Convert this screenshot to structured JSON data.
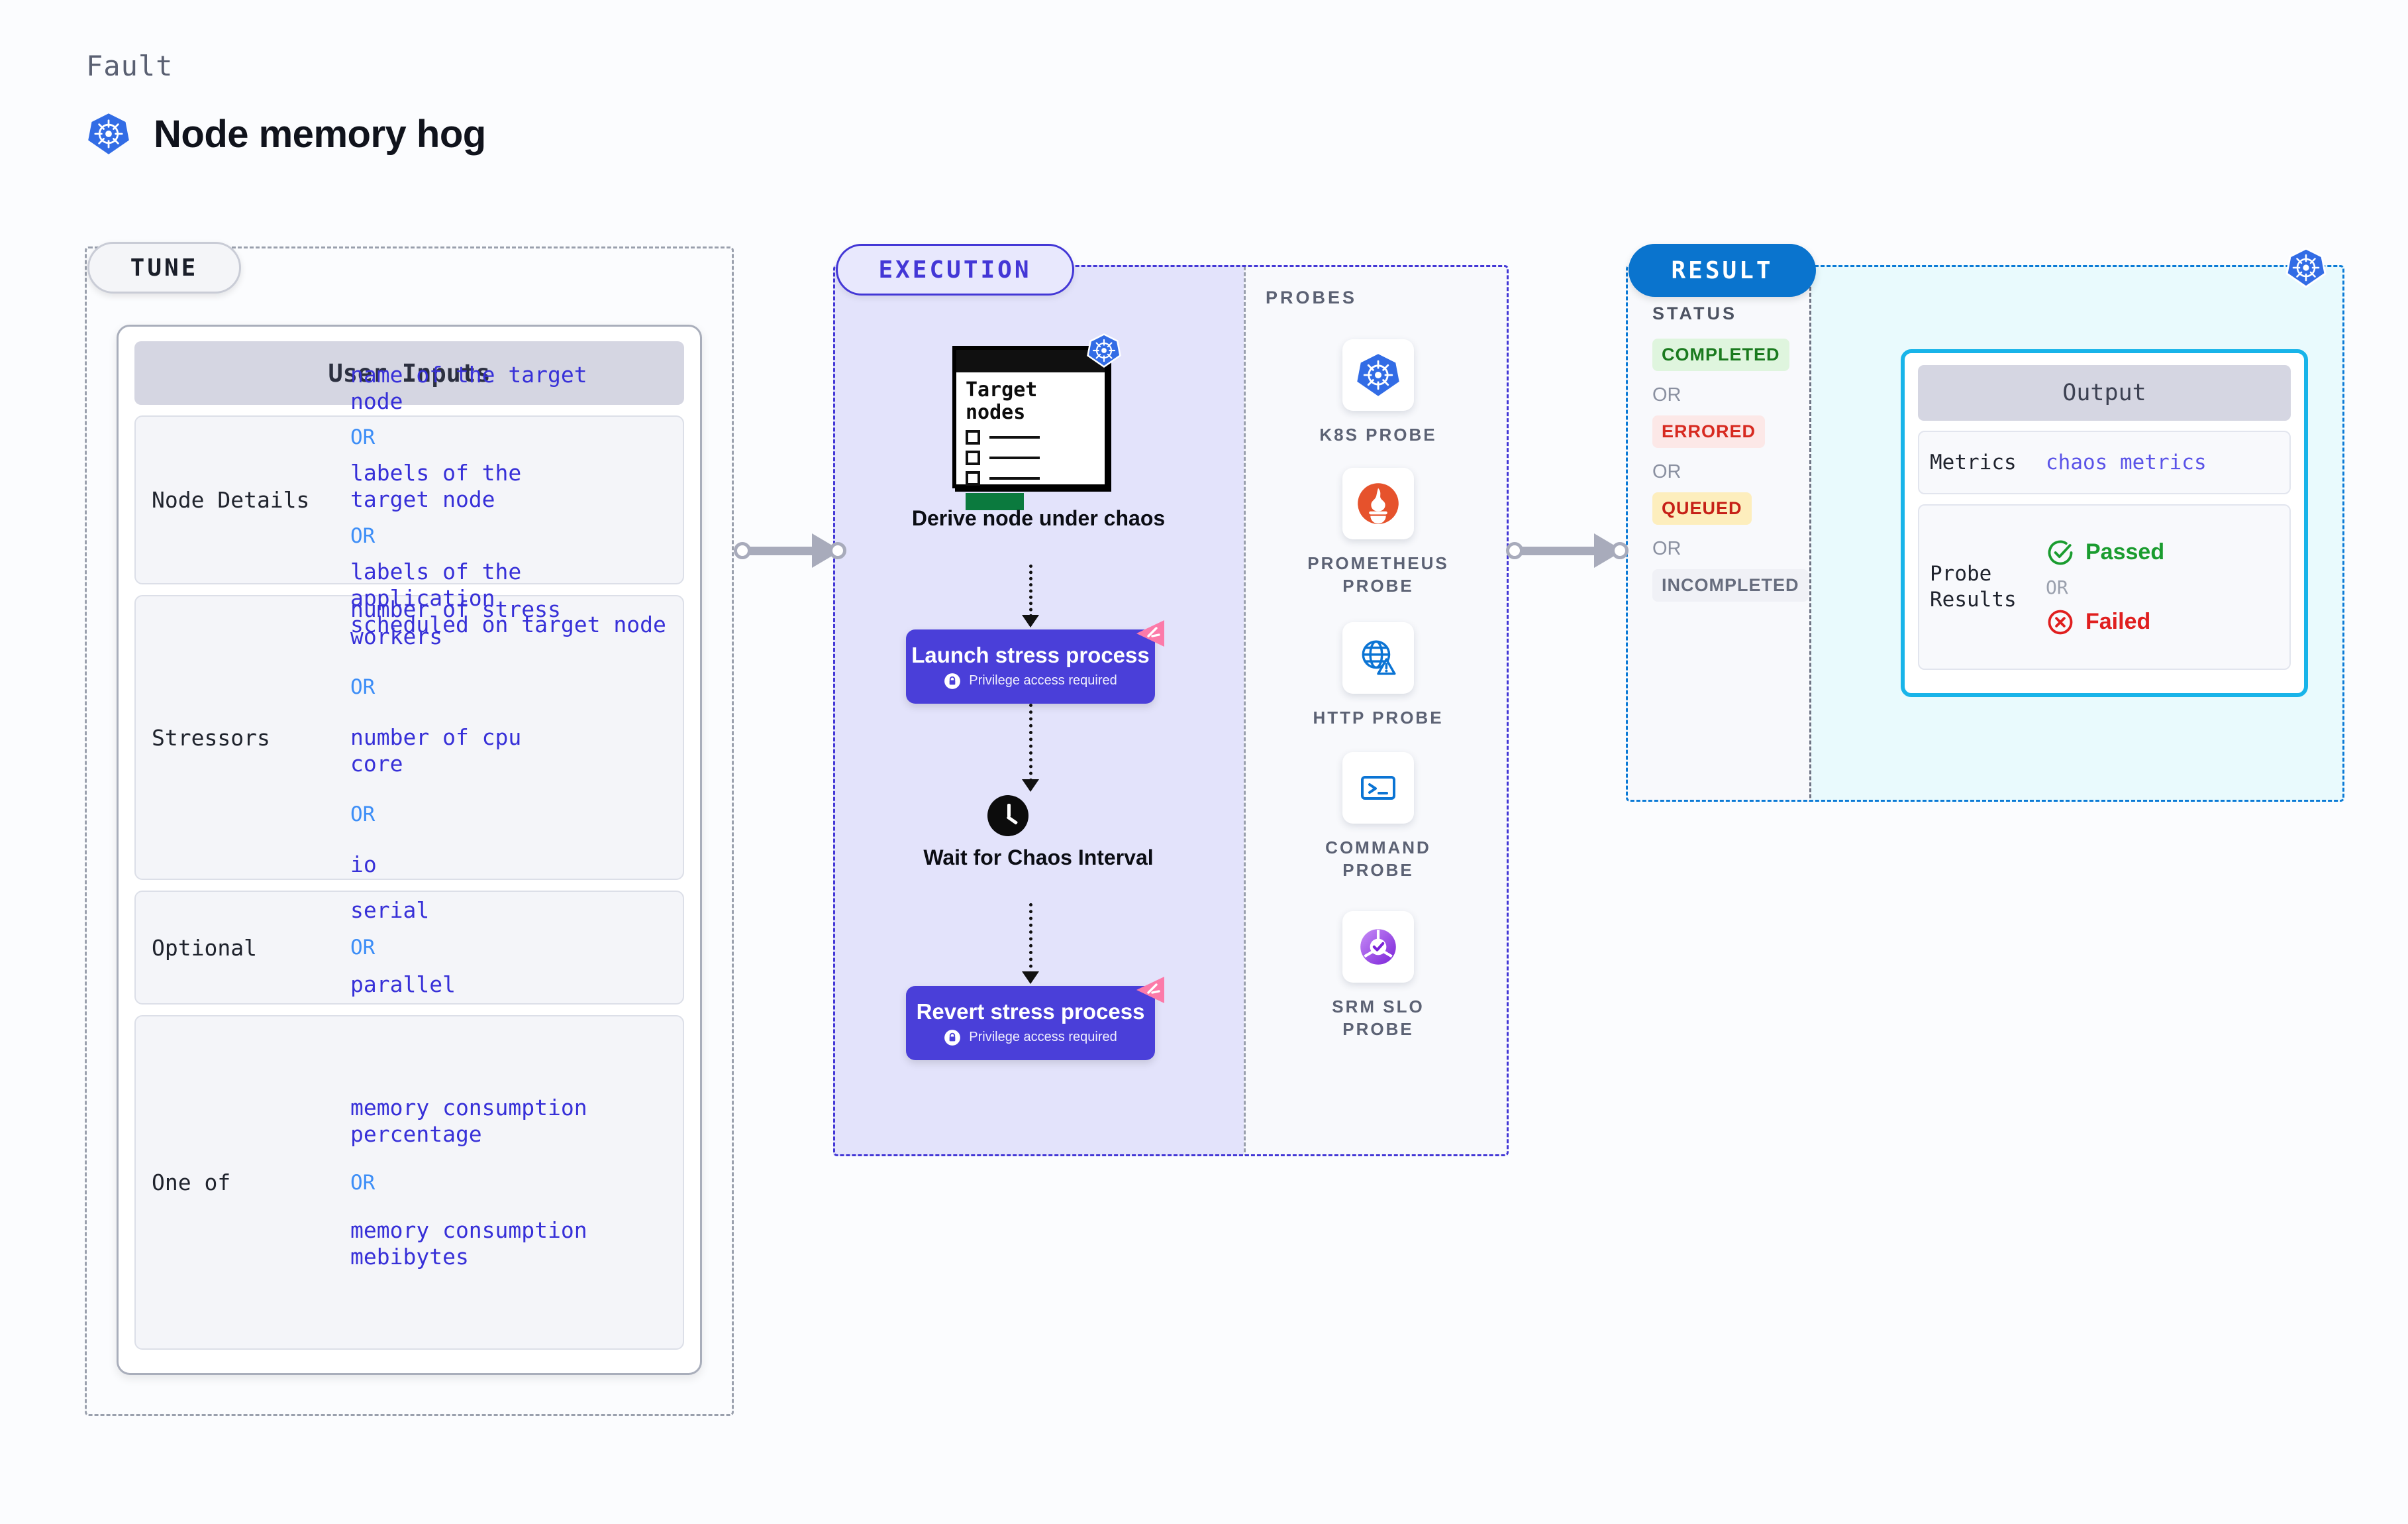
{
  "header": {
    "fault_label": "Fault",
    "title": "Node memory hog",
    "logo_icon": "kubernetes-icon"
  },
  "tune": {
    "pill_label": "TUNE",
    "card_title": "User Inputs",
    "rows": [
      {
        "label": "Node Details",
        "values": [
          "name of the target\nnode",
          "labels of the\ntarget node",
          "labels of the application\n scheduled on target node"
        ],
        "separator": "OR"
      },
      {
        "label": "Stressors",
        "values": [
          "number of stress\nworkers",
          "number of cpu\ncore",
          "io"
        ],
        "separator": "OR"
      },
      {
        "label": "Optional",
        "values": [
          "serial",
          "parallel"
        ],
        "separator": "OR"
      },
      {
        "label": "One of",
        "values": [
          "memory consumption\npercentage",
          "memory consumption\nmebibytes"
        ],
        "separator": "OR"
      }
    ]
  },
  "execution": {
    "pill_label": "EXECUTION",
    "node_card": {
      "title": "Target\nnodes",
      "icon": "kubernetes-icon"
    },
    "steps": [
      {
        "caption": "Derive node under\nchaos"
      },
      {
        "title": "Launch stress\nprocess",
        "sub": "Privilege access required",
        "lock_icon": "lock-icon",
        "ribbon_icon": "wrench-ribbon-icon"
      },
      {
        "caption": "Wait for Chaos\nInterval",
        "clock_icon": "clock-icon"
      },
      {
        "title": "Revert stress\nprocess",
        "sub": "Privilege access required",
        "lock_icon": "lock-icon",
        "ribbon_icon": "wrench-ribbon-icon"
      }
    ],
    "probes": {
      "title": "PROBES",
      "items": [
        {
          "name": "K8S PROBE",
          "icon": "kubernetes-icon"
        },
        {
          "name": "PROMETHEUS\nPROBE",
          "icon": "prometheus-icon"
        },
        {
          "name": "HTTP PROBE",
          "icon": "globe-warning-icon"
        },
        {
          "name": "COMMAND\nPROBE",
          "icon": "terminal-icon"
        },
        {
          "name": "SRM SLO\nPROBE",
          "icon": "slo-donut-icon"
        }
      ]
    }
  },
  "result": {
    "pill_label": "RESULT",
    "corner_icon": "kubernetes-icon",
    "status": {
      "title": "STATUS",
      "separator": "OR",
      "badges": [
        {
          "label": "COMPLETED",
          "bg": "#dff5de",
          "fg": "#1a7a1e"
        },
        {
          "label": "ERRORED",
          "bg": "#fce8e7",
          "fg": "#d72a20"
        },
        {
          "label": "QUEUED",
          "bg": "#fdeebd",
          "fg": "#c62017"
        },
        {
          "label": "INCOMPLETED",
          "bg": "#f0f1f6",
          "fg": "#676d7e"
        }
      ]
    },
    "output": {
      "title": "Output",
      "metrics_label": "Metrics",
      "metrics_value": "chaos metrics",
      "probe_results_label": "Probe\nResults",
      "passed_label": "Passed",
      "passed_icon": "check-circle-icon",
      "failed_label": "Failed",
      "failed_icon": "x-circle-icon",
      "separator": "OR"
    }
  },
  "colors": {
    "indigo": "#4337d6",
    "blue": "#0a74ce",
    "cyan": "#18b4e9",
    "pink": "#fc7aa9",
    "green": "#1a9c2f",
    "red": "#e01f1f"
  }
}
